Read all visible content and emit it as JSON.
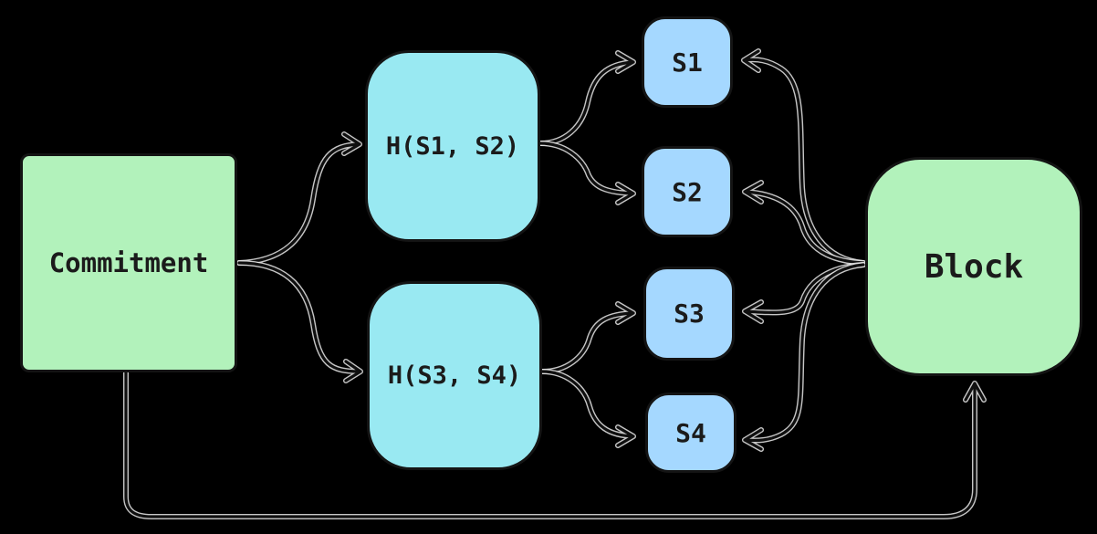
{
  "diagram": {
    "title": "Commitment / Merkle hash tree diagram",
    "colors": {
      "background": "#000000",
      "stroke": "#0f0f0f",
      "stroke_halo": "#e9e9e9",
      "green_fill": "#b2f2bb",
      "cyan_fill": "#99e9f2",
      "blue_fill": "#a5d8ff",
      "text": "#1b1b1b"
    },
    "nodes": {
      "commitment": {
        "label": "Commitment",
        "fill": "#b2f2bb",
        "shape": "square"
      },
      "h12": {
        "label": "H(S1, S2)",
        "fill": "#99e9f2",
        "shape": "rounded"
      },
      "h34": {
        "label": "H(S3, S4)",
        "fill": "#99e9f2",
        "shape": "rounded"
      },
      "s1": {
        "label": "S1",
        "fill": "#a5d8ff",
        "shape": "rounded"
      },
      "s2": {
        "label": "S2",
        "fill": "#a5d8ff",
        "shape": "rounded"
      },
      "s3": {
        "label": "S3",
        "fill": "#a5d8ff",
        "shape": "rounded"
      },
      "s4": {
        "label": "S4",
        "fill": "#a5d8ff",
        "shape": "rounded"
      },
      "block": {
        "label": "Block",
        "fill": "#b2f2bb",
        "shape": "rounded"
      }
    },
    "edges": [
      {
        "from": "commitment",
        "to": "h12"
      },
      {
        "from": "commitment",
        "to": "h34"
      },
      {
        "from": "h12",
        "to": "s1"
      },
      {
        "from": "h12",
        "to": "s2"
      },
      {
        "from": "h34",
        "to": "s3"
      },
      {
        "from": "h34",
        "to": "s4"
      },
      {
        "from": "block",
        "to": "s1"
      },
      {
        "from": "block",
        "to": "s2"
      },
      {
        "from": "block",
        "to": "s3"
      },
      {
        "from": "block",
        "to": "s4"
      },
      {
        "from": "commitment",
        "to": "block"
      }
    ]
  }
}
